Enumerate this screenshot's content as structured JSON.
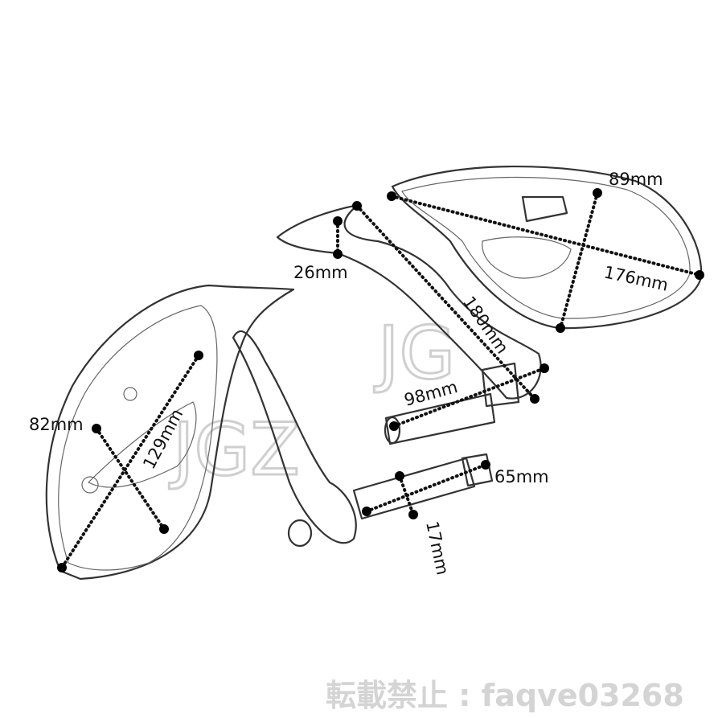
{
  "dimensions": {
    "right_mirror_height": "89mm",
    "right_mirror_width": "176mm",
    "arm_thickness": "26mm",
    "arm_length": "180mm",
    "right_stem_length": "98mm",
    "left_mirror_height": "82mm",
    "left_mirror_width": "129mm",
    "left_stem_length": "65mm",
    "stem_diameter": "17mm"
  },
  "logo_watermark": "JGZ",
  "watermark": "転載禁止 : faqve03268"
}
